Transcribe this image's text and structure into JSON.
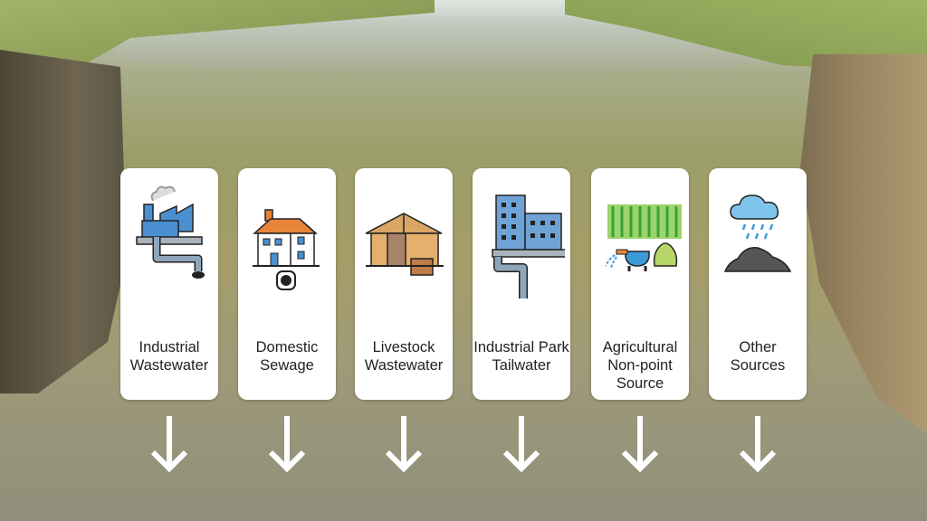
{
  "sources": [
    {
      "label_line1": "Industrial",
      "label_line2": "Wastewater",
      "label_line3": "",
      "icon": "factory-pipe-icon"
    },
    {
      "label_line1": "Domestic",
      "label_line2": "Sewage",
      "label_line3": "",
      "icon": "house-drain-icon"
    },
    {
      "label_line1": "Livestock",
      "label_line2": "Wastewater",
      "label_line3": "",
      "icon": "barn-icon"
    },
    {
      "label_line1": "Industrial Park",
      "label_line2": "Tailwater",
      "label_line3": "",
      "icon": "buildings-pipe-icon"
    },
    {
      "label_line1": "Agricultural",
      "label_line2": "Non-point",
      "label_line3": "Source",
      "icon": "crop-fertilizer-icon"
    },
    {
      "label_line1": "Other",
      "label_line2": "Sources",
      "label_line3": "",
      "icon": "rain-soil-icon"
    }
  ],
  "colors": {
    "card": "#ffffff",
    "arrow": "#ffffff",
    "water": "#9c9e68"
  }
}
